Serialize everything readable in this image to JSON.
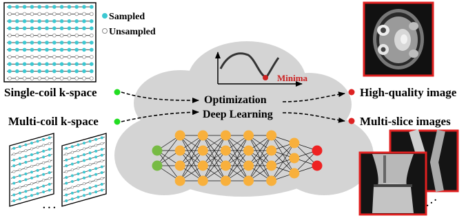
{
  "legend": {
    "sampled": "Sampled",
    "unsampled": "Unsampled",
    "sampled_color": "#3cc8d2",
    "unsampled_color": "#ffffff"
  },
  "inputs": {
    "single_coil": "Single-coil k-space",
    "multi_coil": "Multi-coil k-space",
    "color": "#22dd22"
  },
  "cloud": {
    "optimization": "Optimization",
    "deep_learning": "Deep Learning",
    "minima": "Minima",
    "color": "#d4d4d4",
    "minima_color": "#cc2222"
  },
  "network": {
    "layer_sizes": [
      2,
      4,
      4,
      4,
      4,
      4,
      3,
      2
    ],
    "input_color": "#77bb44",
    "hidden_color": "#f8b03c",
    "output_color": "#ee2222"
  },
  "outputs": {
    "high_quality": "High-quality image",
    "multi_slice": "Multi-slice images",
    "color": "#dd2222",
    "frame_color": "#e02020"
  },
  "ellipsis": ". . ."
}
